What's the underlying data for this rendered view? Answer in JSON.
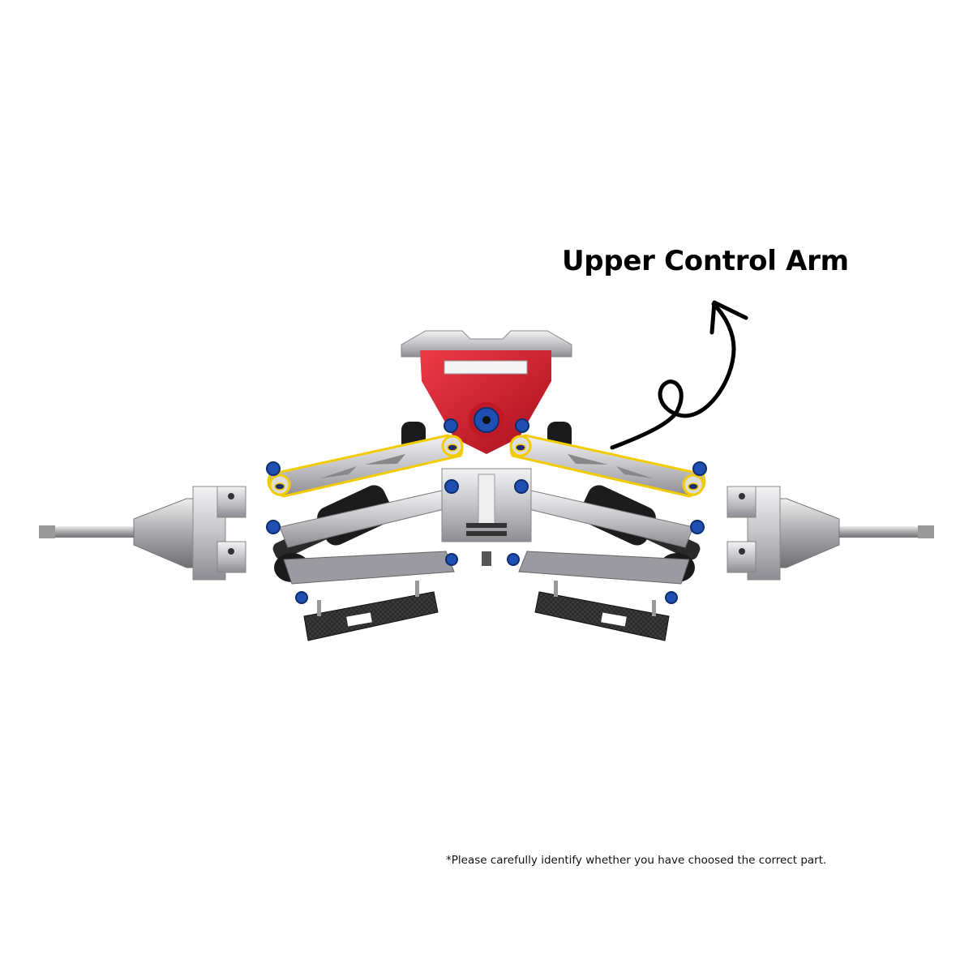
{
  "annotation": {
    "label": "Upper Control Arm",
    "arrow": "curly-arrow-pointing-up-to-label",
    "highlight_color": "#f2cc00"
  },
  "footnote": "*Please carefully identify whether you have choosed the correct part.",
  "product": {
    "description": "Exploded view of RC suspension assembly",
    "colors": {
      "chassis_mount": "#d0202e",
      "aluminum": "#c9c9cc",
      "hardware_blue": "#1f4fb0",
      "carbon_fiber": "#2a2a2a",
      "shock_black": "#1a1a1a"
    }
  }
}
